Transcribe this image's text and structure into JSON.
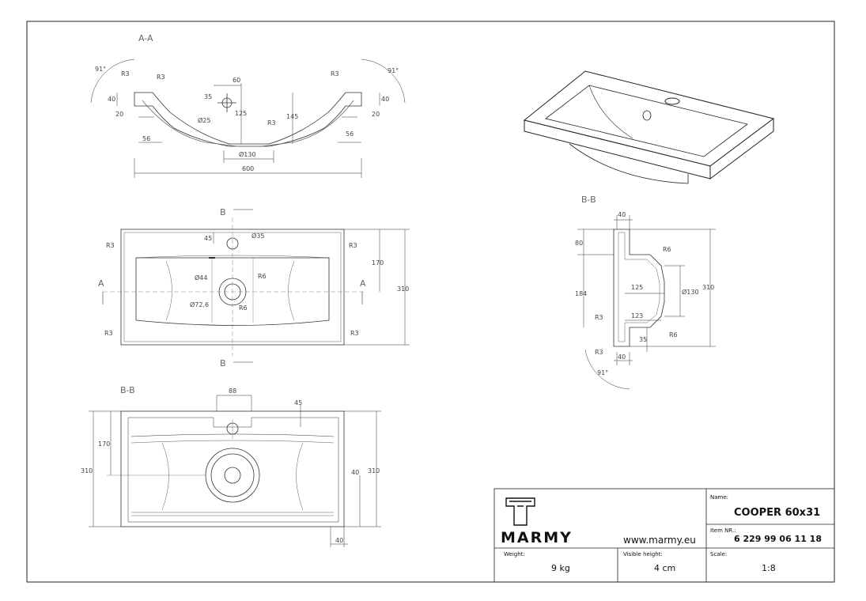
{
  "sections": {
    "aa": "A-A",
    "bb_side": "B-B",
    "bb_plan": "B-B"
  },
  "section_markers": {
    "b_top": "B",
    "b_bottom": "B",
    "a_left": "A",
    "a_right": "A"
  },
  "dims": {
    "aa": {
      "angle_left": "91°",
      "angle_right": "91°",
      "r3_a": "R3",
      "r3_b": "R3",
      "r3_c": "R3",
      "r3_d": "R3",
      "h40_left": "40",
      "h40_right": "40",
      "w20_left": "20",
      "w20_right": "20",
      "w56_left": "56",
      "w56_right": "56",
      "w60": "60",
      "h35": "35",
      "d25": "Ø25",
      "h125": "125",
      "h145": "145",
      "d130": "Ø130",
      "w600": "600"
    },
    "plan": {
      "h45": "45",
      "d35": "Ø35",
      "r3_tl": "R3",
      "r3_tr": "R3",
      "r3_bl": "R3",
      "r3_br": "R3",
      "h170": "170",
      "h310": "310",
      "d44": "Ø44",
      "r6_a": "R6",
      "d72": "Ø72,6",
      "r6_b": "R6"
    },
    "bb_side": {
      "w40_top": "40",
      "h80": "80",
      "r6_top": "R6",
      "h184": "184",
      "w125": "125",
      "d130": "Ø130",
      "h310": "310",
      "w123": "123",
      "r3_a": "R3",
      "r3_b": "R3",
      "h35": "35",
      "r6_bot": "R6",
      "w40_bot": "40",
      "angle": "91°"
    },
    "bb_plan": {
      "w88": "88",
      "h45": "45",
      "h170": "170",
      "h310_left": "310",
      "h40": "40",
      "h310_right": "310",
      "w40": "40"
    }
  },
  "title_block": {
    "logo_text": "MARMY",
    "website": "www.marmy.eu",
    "name_label": "Name:",
    "name_value": "COOPER 60x31",
    "item_label": "Item NR.:",
    "item_value": "6 229 99 06 11 18",
    "weight_label": "Weight:",
    "weight_value": "9 kg",
    "visible_height_label": "Visible height:",
    "visible_height_value": "4 cm",
    "scale_label": "Scale:",
    "scale_value": "1:8"
  }
}
